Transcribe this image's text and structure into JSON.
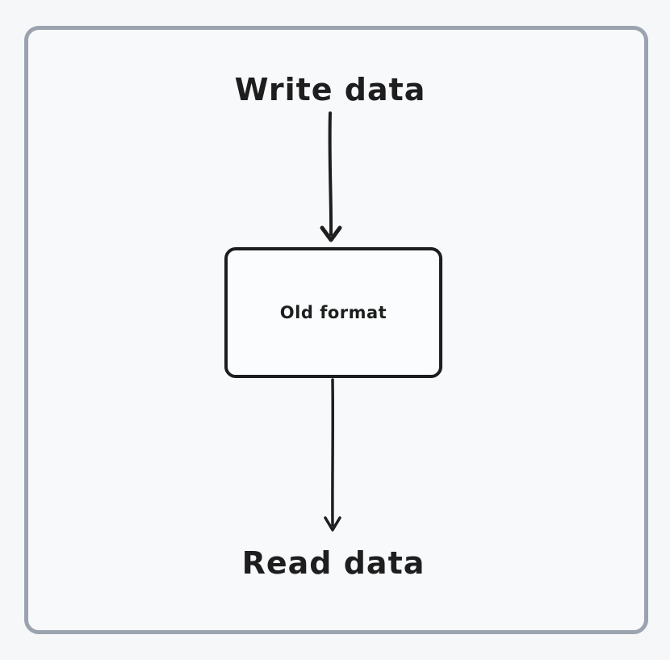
{
  "diagram": {
    "top_label": "Write data",
    "box_label": "Old format",
    "bottom_label": "Read data"
  },
  "icons": {
    "arrow_1": "arrow-down-icon",
    "arrow_2": "arrow-down-icon"
  },
  "colors": {
    "background": "#f6f7f9",
    "frame_border": "#9aa3ae",
    "stroke": "#1e1e1e",
    "box_fill": "#fbfcfd"
  }
}
